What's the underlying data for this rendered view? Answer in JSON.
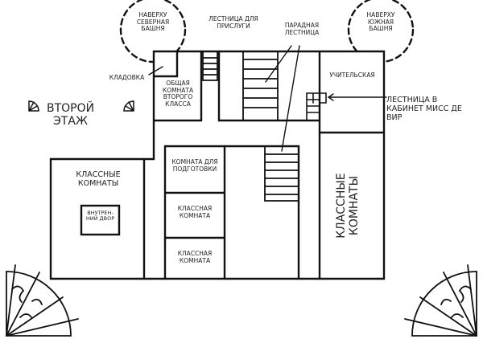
{
  "title": {
    "line1": "Второй",
    "line2": "этаж"
  },
  "labels": {
    "north_tower": "Наверху северная башня",
    "south_tower": "Наверху южная башня",
    "storeroom": "Кладовка",
    "common_room": "Общая комната второго класса",
    "service_stairs": "Лестница для прислуги",
    "main_stairs": "Парадная лестница",
    "staff_room": "Учительская",
    "office_stairs": "Лестница в кабинет мисс де Вир",
    "classrooms_left": "Классные комнаты",
    "courtyard": "Внутрен-ний двор",
    "prep_room": "Комната для подготовки",
    "classroom_1": "Классная комната",
    "classroom_2": "Классная комната",
    "classrooms_right": "Классные комнаты"
  },
  "colors": {
    "ink": "#111111",
    "background": "#ffffff"
  }
}
